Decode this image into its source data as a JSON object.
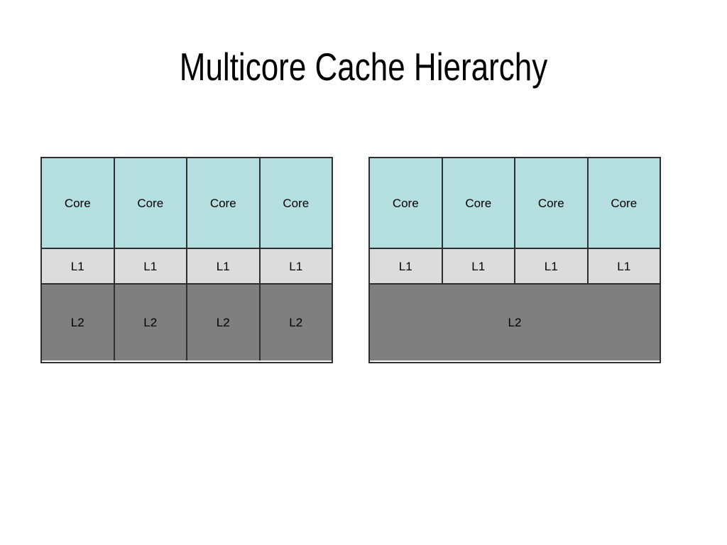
{
  "slide": {
    "title": "Multicore Cache Hierarchy",
    "background_color": "#ffffff"
  },
  "colors": {
    "core": "#b5dee1",
    "l1": "#dcdcdc",
    "l2": "#7f7f7f",
    "border": "#2e2e2e",
    "text": "#000000"
  },
  "diagrams": [
    {
      "id": "private-l2",
      "position": "left",
      "rows": {
        "core": {
          "label": "Core",
          "cells": [
            "Core",
            "Core",
            "Core",
            "Core"
          ]
        },
        "l1": {
          "label": "L1",
          "cells": [
            "L1",
            "L1",
            "L1",
            "L1"
          ]
        },
        "l2": {
          "label": "L2",
          "shared": false,
          "cells": [
            "L2",
            "L2",
            "L2",
            "L2"
          ]
        }
      }
    },
    {
      "id": "shared-l2",
      "position": "right",
      "rows": {
        "core": {
          "label": "Core",
          "cells": [
            "Core",
            "Core",
            "Core",
            "Core"
          ]
        },
        "l1": {
          "label": "L1",
          "cells": [
            "L1",
            "L1",
            "L1",
            "L1"
          ]
        },
        "l2": {
          "label": "L2",
          "shared": true,
          "cells": [
            "L2"
          ]
        }
      }
    }
  ]
}
